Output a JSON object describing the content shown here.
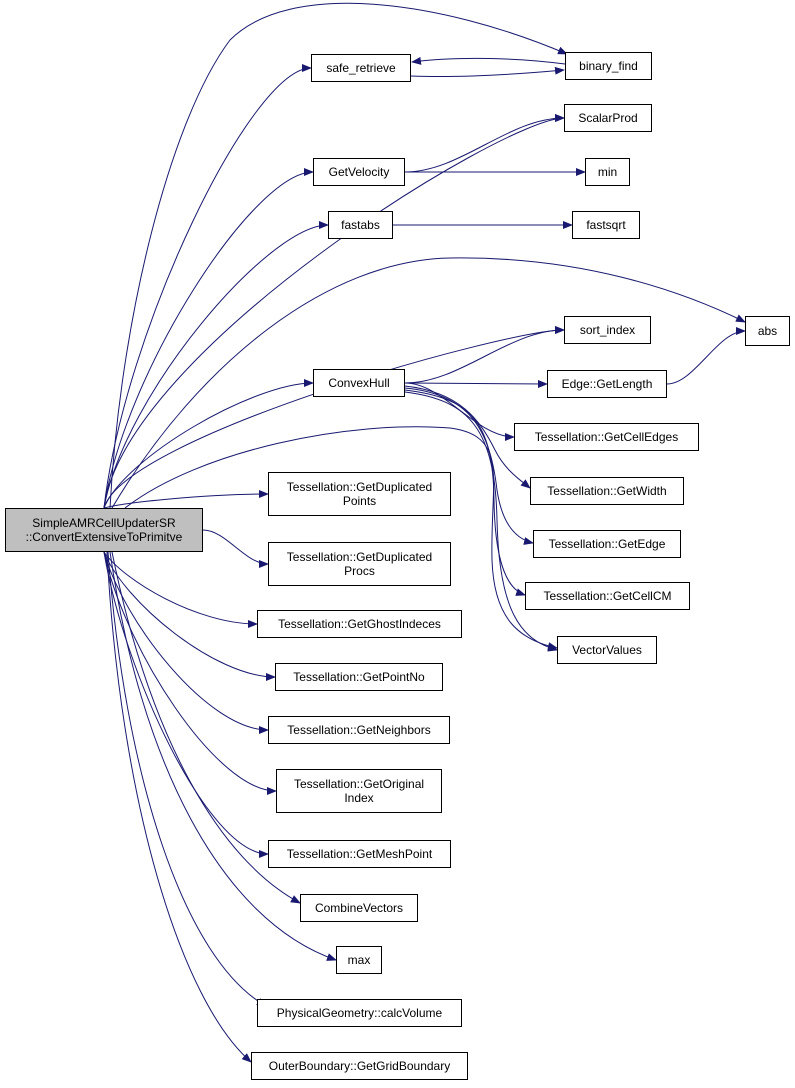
{
  "colors": {
    "edge": "#191970",
    "node_border": "#000000",
    "root_fill": "#bfbfbf",
    "node_fill": "#ffffff"
  },
  "nodes": [
    {
      "id": "root",
      "name": "root-node",
      "lines": [
        "SimpleAMRCellUpdaterSR",
        "::ConvertExtensiveToPrimitve"
      ]
    },
    {
      "id": "safe_retrieve",
      "name": "node-safe-retrieve",
      "lines": [
        "safe_retrieve"
      ]
    },
    {
      "id": "binary_find",
      "name": "node-binary-find",
      "lines": [
        "binary_find"
      ]
    },
    {
      "id": "ScalarProd",
      "name": "node-scalarprod",
      "lines": [
        "ScalarProd"
      ]
    },
    {
      "id": "GetVelocity",
      "name": "node-getvelocity",
      "lines": [
        "GetVelocity"
      ]
    },
    {
      "id": "min",
      "name": "node-min",
      "lines": [
        "min"
      ]
    },
    {
      "id": "fastabs",
      "name": "node-fastabs",
      "lines": [
        "fastabs"
      ]
    },
    {
      "id": "fastsqrt",
      "name": "node-fastsqrt",
      "lines": [
        "fastsqrt"
      ]
    },
    {
      "id": "abs",
      "name": "node-abs",
      "lines": [
        "abs"
      ]
    },
    {
      "id": "sort_index",
      "name": "node-sort-index",
      "lines": [
        "sort_index"
      ]
    },
    {
      "id": "ConvexHull",
      "name": "node-convexhull",
      "lines": [
        "ConvexHull"
      ]
    },
    {
      "id": "EdgeGetLength",
      "name": "node-edge-getlength",
      "lines": [
        "Edge::GetLength"
      ]
    },
    {
      "id": "GetCellEdges",
      "name": "node-tess-getcelledges",
      "lines": [
        "Tessellation::GetCellEdges"
      ]
    },
    {
      "id": "GetWidth",
      "name": "node-tess-getwidth",
      "lines": [
        "Tessellation::GetWidth"
      ]
    },
    {
      "id": "GetEdge",
      "name": "node-tess-getedge",
      "lines": [
        "Tessellation::GetEdge"
      ]
    },
    {
      "id": "GetCellCM",
      "name": "node-tess-getcellcm",
      "lines": [
        "Tessellation::GetCellCM"
      ]
    },
    {
      "id": "VectorValues",
      "name": "node-vectorvalues",
      "lines": [
        "VectorValues"
      ]
    },
    {
      "id": "GetDupPoints",
      "name": "node-tess-getduplicatedpoints",
      "lines": [
        "Tessellation::GetDuplicated",
        "Points"
      ]
    },
    {
      "id": "GetDupProcs",
      "name": "node-tess-getduplicatedprocs",
      "lines": [
        "Tessellation::GetDuplicated",
        "Procs"
      ]
    },
    {
      "id": "GetGhostIndeces",
      "name": "node-tess-getghostindeces",
      "lines": [
        "Tessellation::GetGhostIndeces"
      ]
    },
    {
      "id": "GetPointNo",
      "name": "node-tess-getpointno",
      "lines": [
        "Tessellation::GetPointNo"
      ]
    },
    {
      "id": "GetNeighbors",
      "name": "node-tess-getneighbors",
      "lines": [
        "Tessellation::GetNeighbors"
      ]
    },
    {
      "id": "GetOriginalIndex",
      "name": "node-tess-getoriginalindex",
      "lines": [
        "Tessellation::GetOriginal",
        "Index"
      ]
    },
    {
      "id": "GetMeshPoint",
      "name": "node-tess-getmeshpoint",
      "lines": [
        "Tessellation::GetMeshPoint"
      ]
    },
    {
      "id": "CombineVectors",
      "name": "node-combinevectors",
      "lines": [
        "CombineVectors"
      ]
    },
    {
      "id": "max",
      "name": "node-max",
      "lines": [
        "max"
      ]
    },
    {
      "id": "calcVolume",
      "name": "node-physgeom-calcvolume",
      "lines": [
        "PhysicalGeometry::calcVolume"
      ]
    },
    {
      "id": "GetGridBoundary",
      "name": "node-outerboundary-getgridboundary",
      "lines": [
        "OuterBoundary::GetGridBoundary"
      ]
    }
  ],
  "edges": [
    [
      "root",
      "safe_retrieve"
    ],
    [
      "root",
      "binary_find"
    ],
    [
      "root",
      "ScalarProd"
    ],
    [
      "root",
      "GetVelocity"
    ],
    [
      "root",
      "fastabs"
    ],
    [
      "root",
      "abs"
    ],
    [
      "root",
      "sort_index"
    ],
    [
      "root",
      "ConvexHull"
    ],
    [
      "root",
      "VectorValues"
    ],
    [
      "root",
      "GetDupPoints"
    ],
    [
      "root",
      "GetDupProcs"
    ],
    [
      "root",
      "GetGhostIndeces"
    ],
    [
      "root",
      "GetPointNo"
    ],
    [
      "root",
      "GetNeighbors"
    ],
    [
      "root",
      "GetOriginalIndex"
    ],
    [
      "root",
      "GetMeshPoint"
    ],
    [
      "root",
      "CombineVectors"
    ],
    [
      "root",
      "max"
    ],
    [
      "root",
      "calcVolume"
    ],
    [
      "root",
      "GetGridBoundary"
    ],
    [
      "safe_retrieve",
      "binary_find"
    ],
    [
      "binary_find",
      "safe_retrieve"
    ],
    [
      "GetVelocity",
      "ScalarProd"
    ],
    [
      "GetVelocity",
      "min"
    ],
    [
      "fastabs",
      "fastsqrt"
    ],
    [
      "ConvexHull",
      "sort_index"
    ],
    [
      "ConvexHull",
      "EdgeGetLength"
    ],
    [
      "ConvexHull",
      "GetCellEdges"
    ],
    [
      "ConvexHull",
      "GetWidth"
    ],
    [
      "ConvexHull",
      "GetEdge"
    ],
    [
      "ConvexHull",
      "GetCellCM"
    ],
    [
      "ConvexHull",
      "VectorValues"
    ],
    [
      "EdgeGetLength",
      "abs"
    ]
  ]
}
